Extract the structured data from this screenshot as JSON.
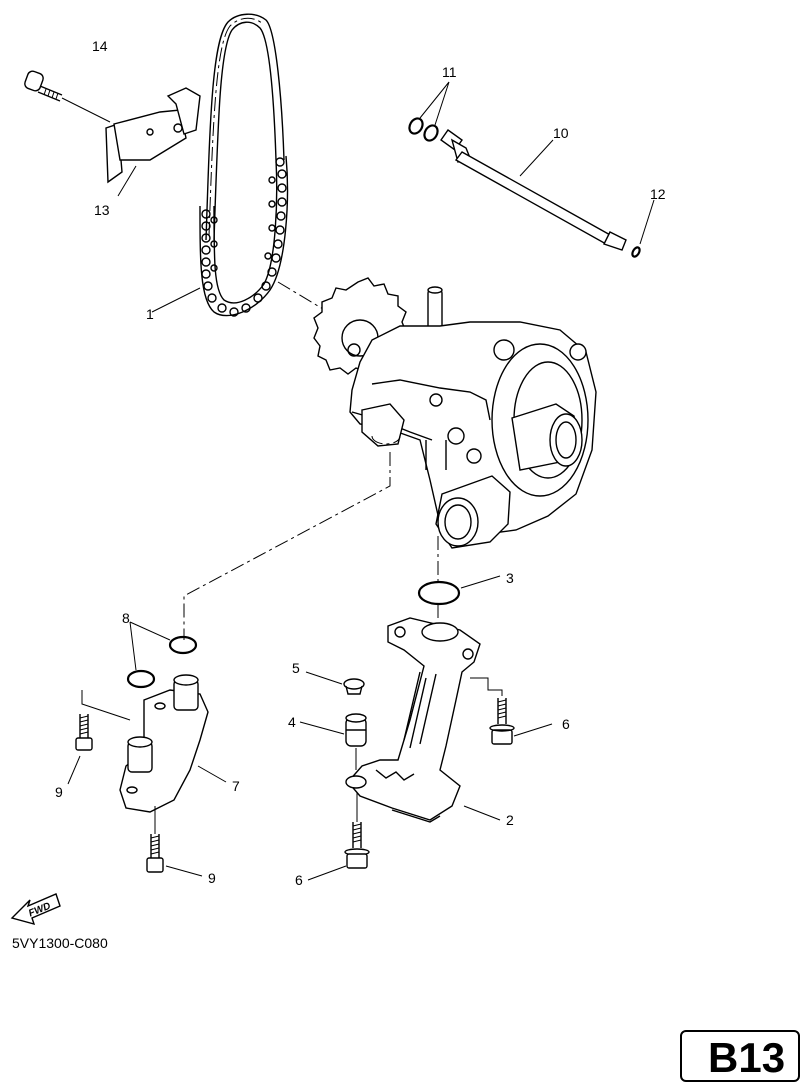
{
  "callouts": {
    "c1": "1",
    "c2": "2",
    "c3": "3",
    "c4": "4",
    "c5": "5",
    "c6a": "6",
    "c6b": "6",
    "c7": "7",
    "c8": "8",
    "c9a": "9",
    "c9b": "9",
    "c10": "10",
    "c11": "11",
    "c12": "12",
    "c13": "13",
    "c14": "14"
  },
  "fwd_label": "FWD",
  "diagram_code": "5VY1300-C080",
  "page_badge": "B13"
}
